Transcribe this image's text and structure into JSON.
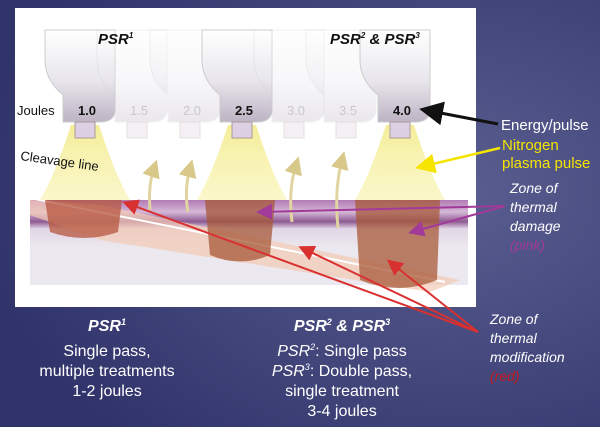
{
  "diagram": {
    "group_labels": {
      "psr1": {
        "base": "PSR",
        "sup": "1"
      },
      "psr23": {
        "a": "PSR",
        "a_sup": "2",
        "amp": " & ",
        "b": "PSR",
        "b_sup": "3"
      }
    },
    "joules_label": "Joules",
    "energies": [
      "1.0",
      "1.5",
      "2.0",
      "2.5",
      "3.0",
      "3.5",
      "4.0"
    ],
    "cleavage_label": "Cleavage line",
    "callouts": {
      "energy": "Energy/pulse",
      "nitrogen_1": "Nitrogen",
      "nitrogen_2": "plasma pulse",
      "damage_1": "Zone of",
      "damage_2": "thermal",
      "damage_3": "damage",
      "damage_color": "(pink)",
      "mod_1": "Zone of",
      "mod_2": "thermal",
      "mod_3": "modification",
      "mod_color": "(red)"
    },
    "captions": {
      "left": {
        "title": "PSR",
        "title_sup": "1",
        "lines": [
          "Single pass,",
          "multiple treatments",
          "1-2 joules"
        ]
      },
      "right": {
        "title_a": "PSR",
        "title_a_sup": "2",
        "title_amp": " & ",
        "title_b": "PSR",
        "title_b_sup": "3",
        "l1_a": "PSR",
        "l1_sup": "2",
        "l1_rest": ": Single pass",
        "l2_a": "PSR",
        "l2_sup": "3",
        "l2_rest": ": Double pass,",
        "l3": "single treatment",
        "l4": "3-4 joules"
      }
    },
    "colors": {
      "background": "#3b3f72",
      "yellow": "#f5e400",
      "pink": "#a23a9a",
      "red": "#c41a1a"
    }
  }
}
